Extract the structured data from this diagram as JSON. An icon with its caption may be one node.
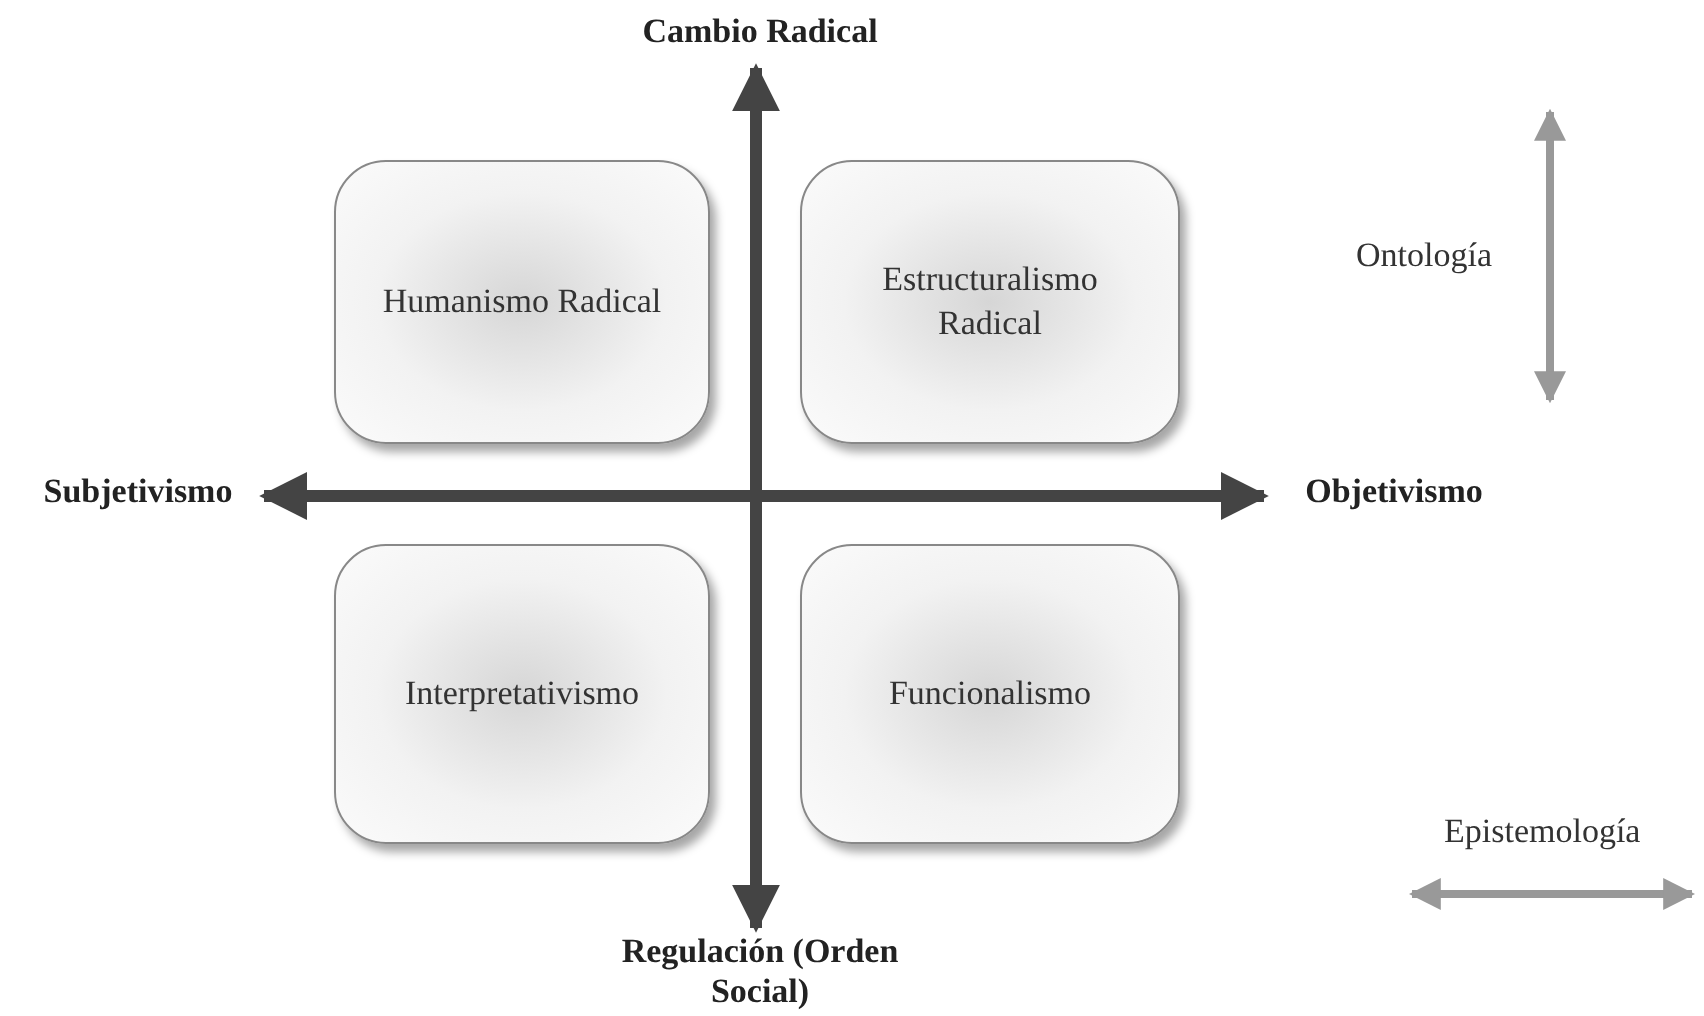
{
  "diagram": {
    "nodes": [
      {
        "text": [
          "Cambio Radical"
        ]
      },
      {
        "text": [
          "Subjetivismo"
        ]
      },
      {
        "text": [
          "Objetivismo"
        ]
      },
      {
        "text": [
          "Regulación (Orden Social)"
        ]
      },
      {
        "text": [
          "Humanismo Radical"
        ]
      },
      {
        "text": [
          "Estructuralismo Radical"
        ]
      },
      {
        "text": [
          "Interpretativismo"
        ]
      },
      {
        "text": [
          "Funcionalismo"
        ]
      }
    ],
    "edges": [
      {
        "from": 0,
        "to": 3,
        "arrow": "both"
      },
      {
        "from": 1,
        "to": 2,
        "arrow": "both"
      }
    ],
    "labels": [
      "Ontología",
      "Epistemología"
    ]
  }
}
